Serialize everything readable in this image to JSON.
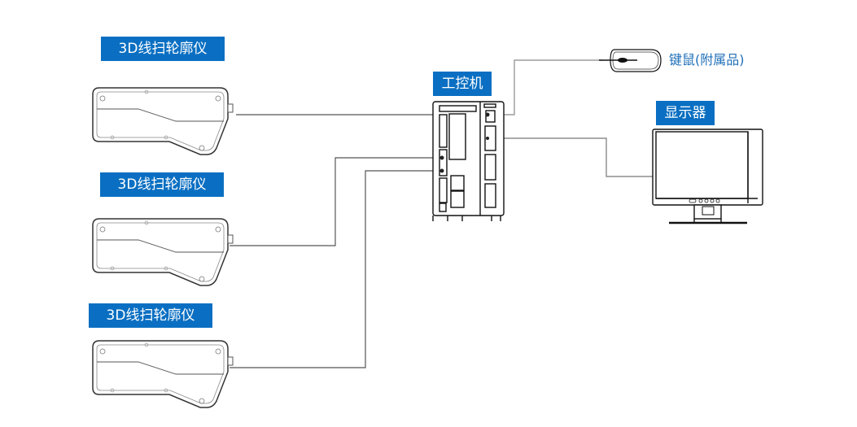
{
  "diagram": {
    "title": "3D线扫轮廓仪系统连接示意图",
    "accent_color": "#0a6fc2",
    "nodes": {
      "scanner_1": {
        "label": "3D线扫轮廓仪"
      },
      "scanner_2": {
        "label": "3D线扫轮廓仪"
      },
      "scanner_3": {
        "label": "3D线扫轮廓仪"
      },
      "ipc": {
        "label": "工控机"
      },
      "monitor": {
        "label": "显示器"
      },
      "mouse": {
        "label": "键鼠(附属品)"
      }
    },
    "connections": [
      {
        "from": "scanner_1",
        "to": "ipc"
      },
      {
        "from": "scanner_2",
        "to": "ipc"
      },
      {
        "from": "scanner_3",
        "to": "ipc"
      },
      {
        "from": "ipc",
        "to": "mouse"
      },
      {
        "from": "ipc",
        "to": "monitor"
      }
    ]
  }
}
